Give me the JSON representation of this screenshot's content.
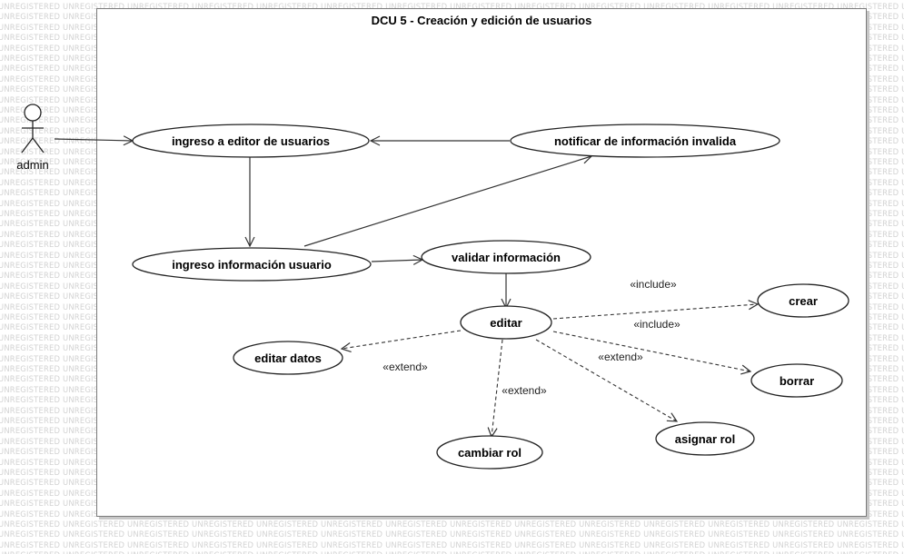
{
  "watermark_text": "UNREGISTERED",
  "diagram": {
    "title": "DCU 5 - Creación y edición de usuarios",
    "actor": {
      "name": "admin"
    },
    "use_cases": {
      "ingreso_editor": "ingreso a editor de usuarios",
      "notificar": "notificar de información invalida",
      "ingreso_info": "ingreso información usuario",
      "validar": "validar información",
      "editar": "editar",
      "crear": "crear",
      "borrar": "borrar",
      "editar_datos": "editar datos",
      "cambiar_rol": "cambiar rol",
      "asignar_rol": "asignar rol"
    },
    "stereotypes": {
      "include_crear": "«include»",
      "include_borrar": "«include»",
      "extend_asignar": "«extend»",
      "extend_editar_datos": "«extend»",
      "extend_cambiar_rol": "«extend»"
    }
  },
  "colors": {
    "line": "#333333",
    "watermark": "#d2d2d2",
    "frame_border": "#7a7a7a"
  }
}
